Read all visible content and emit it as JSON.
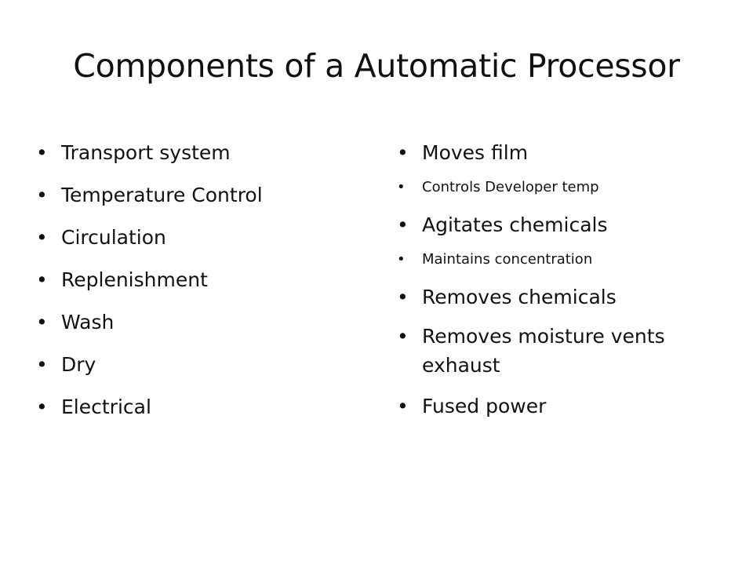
{
  "slide": {
    "title": "Components of a Automatic Processor",
    "bullet_glyph": "•",
    "left_items": [
      "Transport system",
      "Temperature Control",
      "Circulation",
      "Replenishment",
      "Wash",
      "Dry",
      "Electrical"
    ],
    "right_items": [
      "Moves film",
      "Controls Developer temp",
      "Agitates chemicals",
      "Maintains concentration",
      "Removes chemicals",
      "Removes moisture vents exhaust",
      "Fused power"
    ]
  }
}
